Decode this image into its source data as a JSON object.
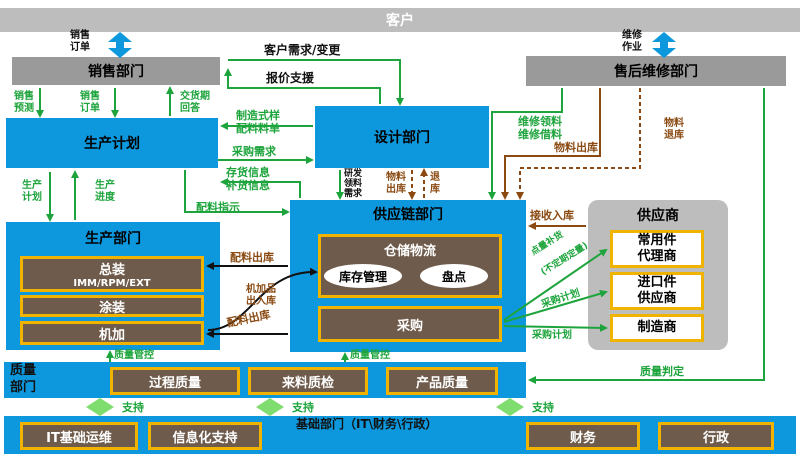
{
  "customer": {
    "label": "客户"
  },
  "top_labels": {
    "sales_order": [
      "销售",
      "订单"
    ],
    "repair_job": [
      "维修",
      "作业"
    ],
    "customer_demand": "客户需求/变更",
    "quote_support": "报价支援"
  },
  "sales_dept": {
    "label": "销售部门"
  },
  "aftersales_dept": {
    "label": "售后维修部门"
  },
  "production_plan": {
    "label": "生产计划"
  },
  "design_dept": {
    "label": "设计部门"
  },
  "production_dept": {
    "label": "生产部门"
  },
  "supply_chain_dept": {
    "label": "供应链部门"
  },
  "supplier": {
    "label": "供应商"
  },
  "quality_dept": {
    "label": [
      "质量",
      "部门"
    ]
  },
  "infra_dept": {
    "label": "基础部门（IT\\财务\\行政）"
  },
  "production_subs": {
    "assembly": {
      "label": "总装",
      "sub": "IMM/RPM/EXT"
    },
    "painting": "涂装",
    "machining": "机加"
  },
  "warehouse": {
    "label": "仓储物流",
    "items": [
      "库存管理",
      "盘点"
    ]
  },
  "purchasing": "采购",
  "supplier_items": [
    [
      "常用件",
      "代理商"
    ],
    [
      "进口件",
      "供应商"
    ],
    [
      "制造商"
    ]
  ],
  "quality_items": [
    "过程质量",
    "来料质检",
    "产品质量"
  ],
  "infra_items": [
    "IT基础运维",
    "信息化支持",
    "财务",
    "行政"
  ],
  "flow_labels": {
    "sales_forecast": [
      "销售",
      "预测"
    ],
    "sales_order2": [
      "销售",
      "订单"
    ],
    "delivery_reply": [
      "交货期",
      "回答"
    ],
    "mfg_sample": [
      "制造式样",
      "配料料单"
    ],
    "purchase_demand": "采购需求",
    "inventory_info": [
      "存货信息",
      "补货信息"
    ],
    "material_instruction": "配料指示",
    "prod_plan": [
      "生产",
      "计划"
    ],
    "prod_progress": [
      "生产",
      "进度"
    ],
    "rd_material": [
      "研发",
      "领料",
      "需求"
    ],
    "material_out": [
      "物料",
      "出库"
    ],
    "return_stock": [
      "退",
      "库"
    ],
    "repair_material": [
      "维修领料",
      "维修借料"
    ],
    "material_out2": "物料出库",
    "material_return": [
      "物料",
      "退库"
    ],
    "receive_in": "接收入库",
    "replenish": [
      "点量补货",
      "(不定期定量)"
    ],
    "purchase_plan": "采购计划",
    "purchase_plan2": "采购计划",
    "material_out3": "配料出库",
    "machined_parts": [
      "机加品",
      "出入库"
    ],
    "material_out4": "配料出库",
    "quality_control": "质量管控",
    "quality_control2": "质量管控",
    "quality_judge": "质量判定",
    "support1": "支持",
    "support2": "支持",
    "support3": "支持"
  }
}
